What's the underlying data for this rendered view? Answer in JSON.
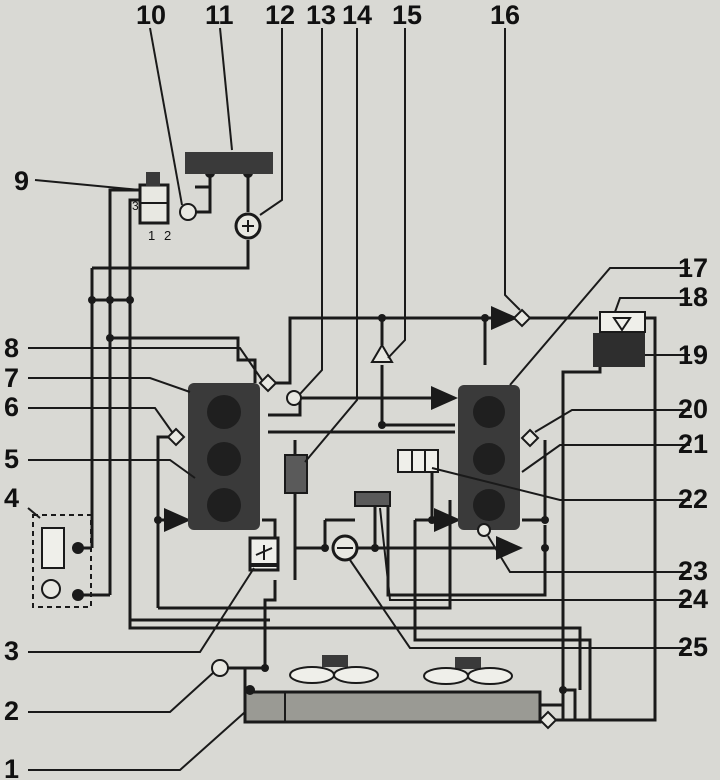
{
  "diagram": {
    "labels": {
      "n1": "1",
      "n2": "2",
      "n3": "3",
      "n4": "4",
      "n5": "5",
      "n6": "6",
      "n7": "7",
      "n8": "8",
      "n9": "9",
      "n10": "10",
      "n11": "11",
      "n12": "12",
      "n13": "13",
      "n14": "14",
      "n15": "15",
      "n16": "16",
      "n17": "17",
      "n18": "18",
      "n19": "19",
      "n20": "20",
      "n21": "21",
      "n22": "22",
      "n23": "23",
      "n24": "24",
      "n25": "25"
    },
    "valve_ports": {
      "p1": "1",
      "p2": "2",
      "p3": "3"
    },
    "colors": {
      "line": "#1a1a1a",
      "block": "#3a3a3a",
      "background": "#d9d9d4",
      "radiator": "#9a9a94"
    }
  }
}
